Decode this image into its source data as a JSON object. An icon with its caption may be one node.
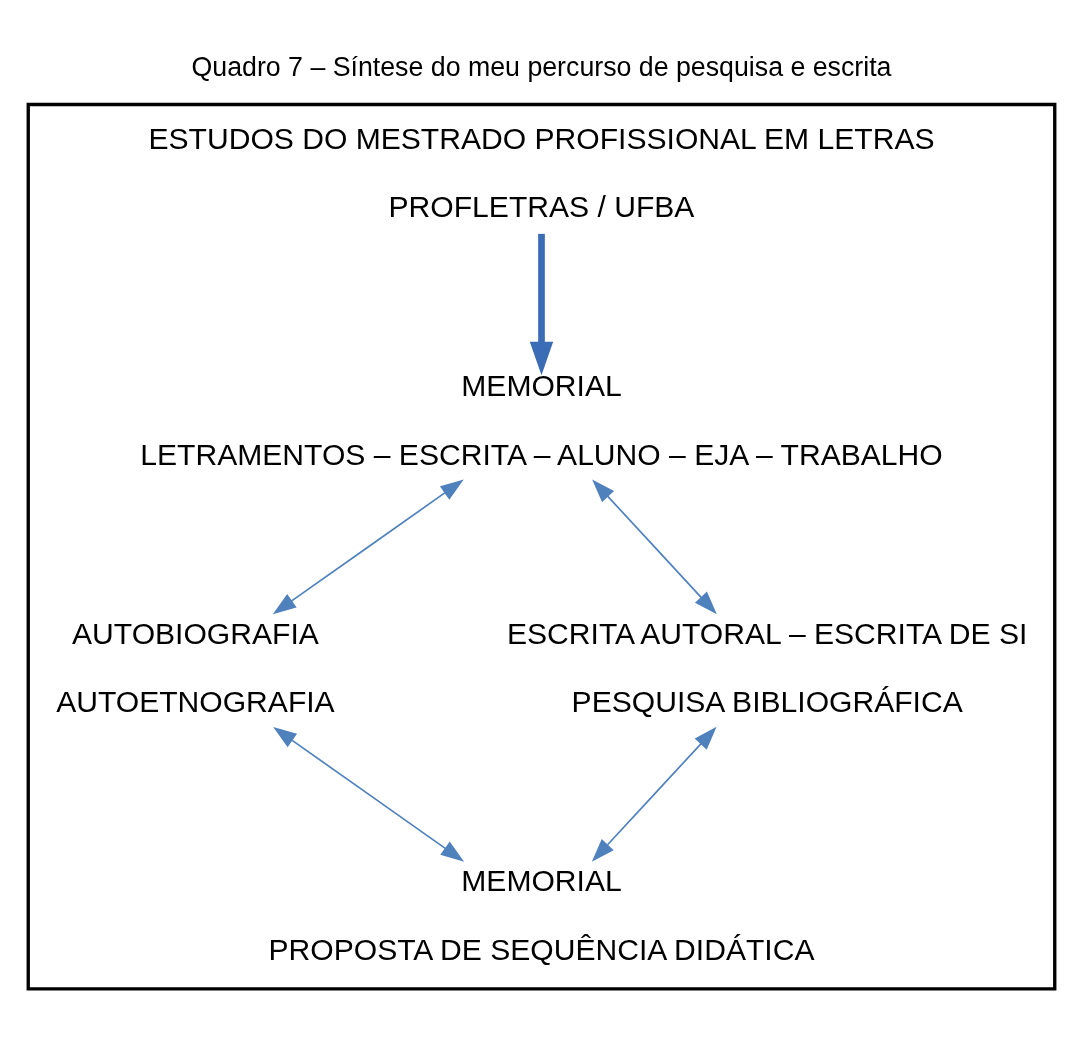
{
  "diagram": {
    "title": "Quadro 7 – Síntese do meu percurso de pesquisa e escrita",
    "nodes": [
      {
        "text": [],
        "shape": "box"
      },
      {
        "text": [
          "ESTUDOS DO MESTRADO PROFISSIONAL EM LETRAS",
          "PROFLETRAS / UFBA"
        ],
        "in": 0
      },
      {
        "text": [
          "MEMORIAL",
          "LETRAMENTOS – ESCRITA – ALUNO – EJA – TRABALHO"
        ],
        "in": 0
      },
      {
        "text": [
          "AUTOBIOGRAFIA",
          "AUTOETNOGRAFIA"
        ],
        "in": 0
      },
      {
        "text": [
          "ESCRITA AUTORAL – ESCRITA DE SI",
          "PESQUISA BIBLIOGRÁFICA"
        ],
        "in": 0
      },
      {
        "text": [
          "MEMORIAL",
          "PROPOSTA DE SEQUÊNCIA DIDÁTICA"
        ],
        "in": 0
      }
    ],
    "edges": [
      {
        "from": 1,
        "to": 2,
        "arrow": "to",
        "style": "thick",
        "color": "#3a6db5"
      },
      {
        "from": 2,
        "to": 3,
        "arrow": "both"
      },
      {
        "from": 2,
        "to": 4,
        "arrow": "both"
      },
      {
        "from": 3,
        "to": 5,
        "arrow": "both"
      },
      {
        "from": 4,
        "to": 5,
        "arrow": "both"
      }
    ]
  }
}
